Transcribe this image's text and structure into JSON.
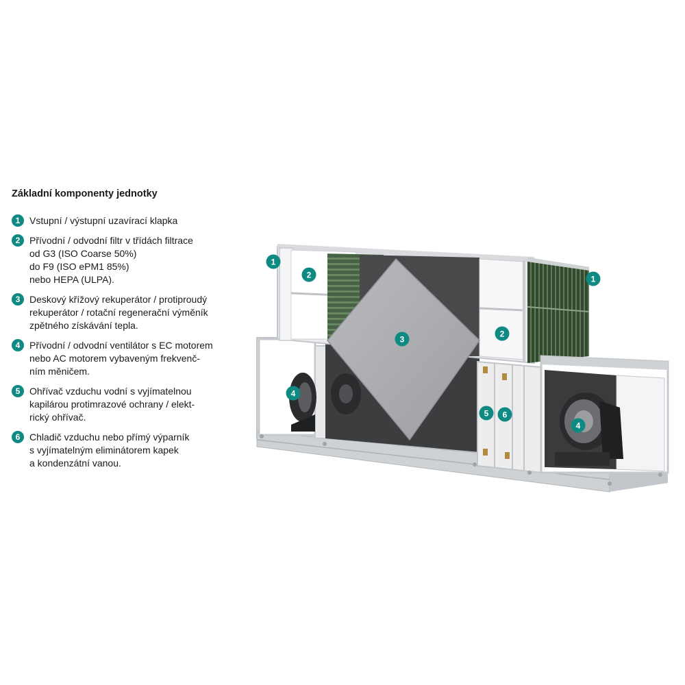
{
  "legend": {
    "title": "Základní komponenty jednotky",
    "items": [
      {
        "number": "1",
        "lines": [
          "Vstupní / výstupní uzavírací klapka"
        ]
      },
      {
        "number": "2",
        "lines": [
          "Přívodní / odvodní filtr v třídách filtrace",
          "od G3 (ISO Coarse 50%)",
          "do F9 (ISO ePM1 85%)",
          "nebo HEPA (ULPA)."
        ]
      },
      {
        "number": "3",
        "lines": [
          "Deskový křížový rekuperátor / protiproudý",
          "rekuperátor / rotační regenerační výměník",
          "zpětného získávání tepla."
        ]
      },
      {
        "number": "4",
        "lines": [
          "Přívodní / odvodní ventilátor s EC motorem",
          "nebo AC motorem vybaveným frekvenč-",
          "ním měničem."
        ]
      },
      {
        "number": "5",
        "lines": [
          "Ohřívač vzduchu vodní s vyjímatelnou",
          "kapilárou protimrazové ochrany / elekt-",
          "rický ohřívač."
        ]
      },
      {
        "number": "6",
        "lines": [
          "Chladič vzduchu nebo přímý výparník",
          "s vyjímatelným eliminátorem kapek",
          "a kondenzátní vanou."
        ]
      }
    ]
  },
  "diagram": {
    "badges": [
      "1",
      "2",
      "2",
      "1",
      "3",
      "4",
      "5",
      "6",
      "4"
    ]
  },
  "colors": {
    "accent": "#0f8a82",
    "frame": "#c9ccd0",
    "panel": "#f2f2f2",
    "exchanger": "#a7a9ac",
    "interior": "#3a3b3d",
    "filter_green": "#4a6b45"
  }
}
